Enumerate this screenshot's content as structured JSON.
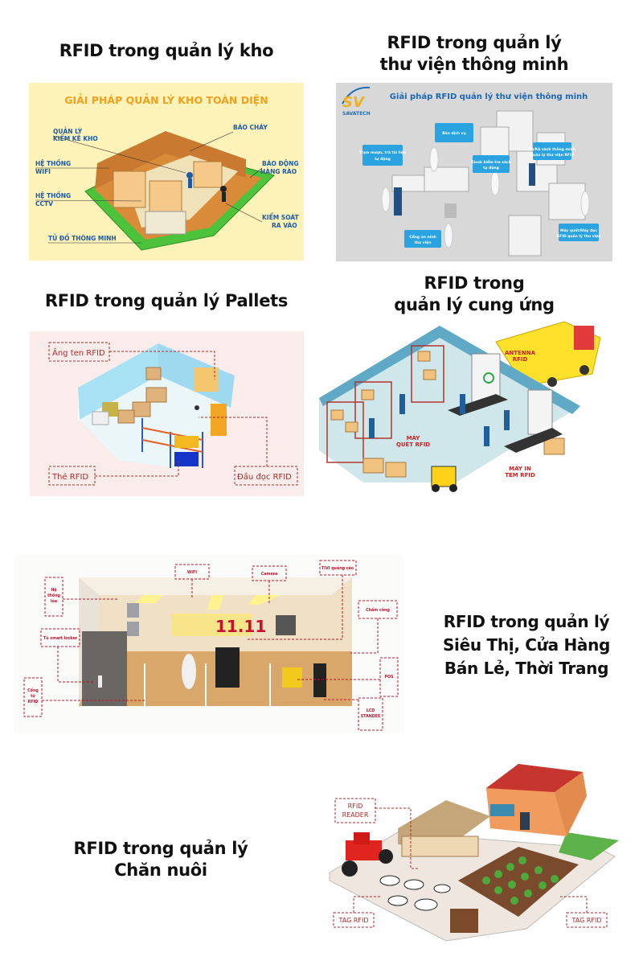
{
  "sections": [
    {
      "id": "kho",
      "title_lines": [
        "RFID trong quản lý kho"
      ],
      "image": {
        "heading": "GIẢI PHÁP QUẢN LÝ KHO TOÀN DIỆN",
        "labels": [
          "QUẢN LÝ",
          "KIỂM KÊ KHO",
          "BÁO CHÁY",
          "HỆ THỐNG",
          "WIFI",
          "BÁO ĐỘNG",
          "HÀNG RÀO",
          "HỆ THỐNG",
          "CCTV",
          "KIỂM SOÁT",
          "RA VÀO",
          "TỦ ĐỒ THÔNG MINH"
        ]
      }
    },
    {
      "id": "thu-vien",
      "title_lines": [
        "RFID trong quản lý",
        "thư viện thông minh"
      ],
      "image": {
        "heading": "Giải pháp RFID quản lý thư viện thông minh",
        "brand": "SAVATECH",
        "logo_text": "SV",
        "labels": [
          "Bàn dịch vụ",
          "Trạm mượn, trả tài liệu",
          "tự động",
          "Kiosk kiểm tra sách",
          "tự động",
          "Tủ/Kệ sách thông minh",
          "quản lý thư viện RFID",
          "Cổng an ninh",
          "thư viện",
          "Máy quét/Máy đọc",
          "RFID quản lý thư viện"
        ]
      }
    },
    {
      "id": "pallets",
      "title_lines": [
        "RFID trong quản lý Pallets"
      ],
      "image": {
        "labels": [
          "Ăng ten RFID",
          "Thẻ RFID",
          "Đầu đọc RFID"
        ]
      }
    },
    {
      "id": "cung-ung",
      "title_lines": [
        "RFID trong",
        "quản lý cung ứng"
      ],
      "image": {
        "labels": [
          "ANTENNA",
          "RFID",
          "MÁY",
          "QUÉT RFID",
          "MÁY IN",
          "TEM RFID"
        ]
      }
    },
    {
      "id": "sieu-thi",
      "title_lines": [
        "RFID trong quản lý",
        "Siêu Thị, Cửa Hàng",
        "Bán Lẻ, Thời Trang"
      ],
      "image": {
        "sale_sign": "11.11",
        "labels": [
          "WIFI",
          "Camera",
          "TIVI quảng cáo",
          "Hệ",
          "thống",
          "loa",
          "Chấm công",
          "Tủ smart locker",
          "POS",
          "Cổng",
          "từ",
          "RFID",
          "LCD",
          "STANDEE"
        ]
      }
    },
    {
      "id": "chan-nuoi",
      "title_lines": [
        "RFID trong quản lý",
        "Chăn nuôi"
      ],
      "image": {
        "labels": [
          "RFID",
          "READER",
          "TAG RFID",
          "TAG RFID"
        ]
      }
    }
  ],
  "colors": {
    "title_text": "#111111",
    "kho_bg": "#fdf3b8",
    "kho_heading": "#f0a020",
    "kho_label": "#1d5aa8",
    "library_bg": "#d6d6d6",
    "library_label_bg": "#2aa3e0",
    "pallet_bg": "#f9ecea",
    "dash_red": "#b02a2a",
    "store_red": "#c8102e",
    "supply_red": "#d21f1f"
  }
}
